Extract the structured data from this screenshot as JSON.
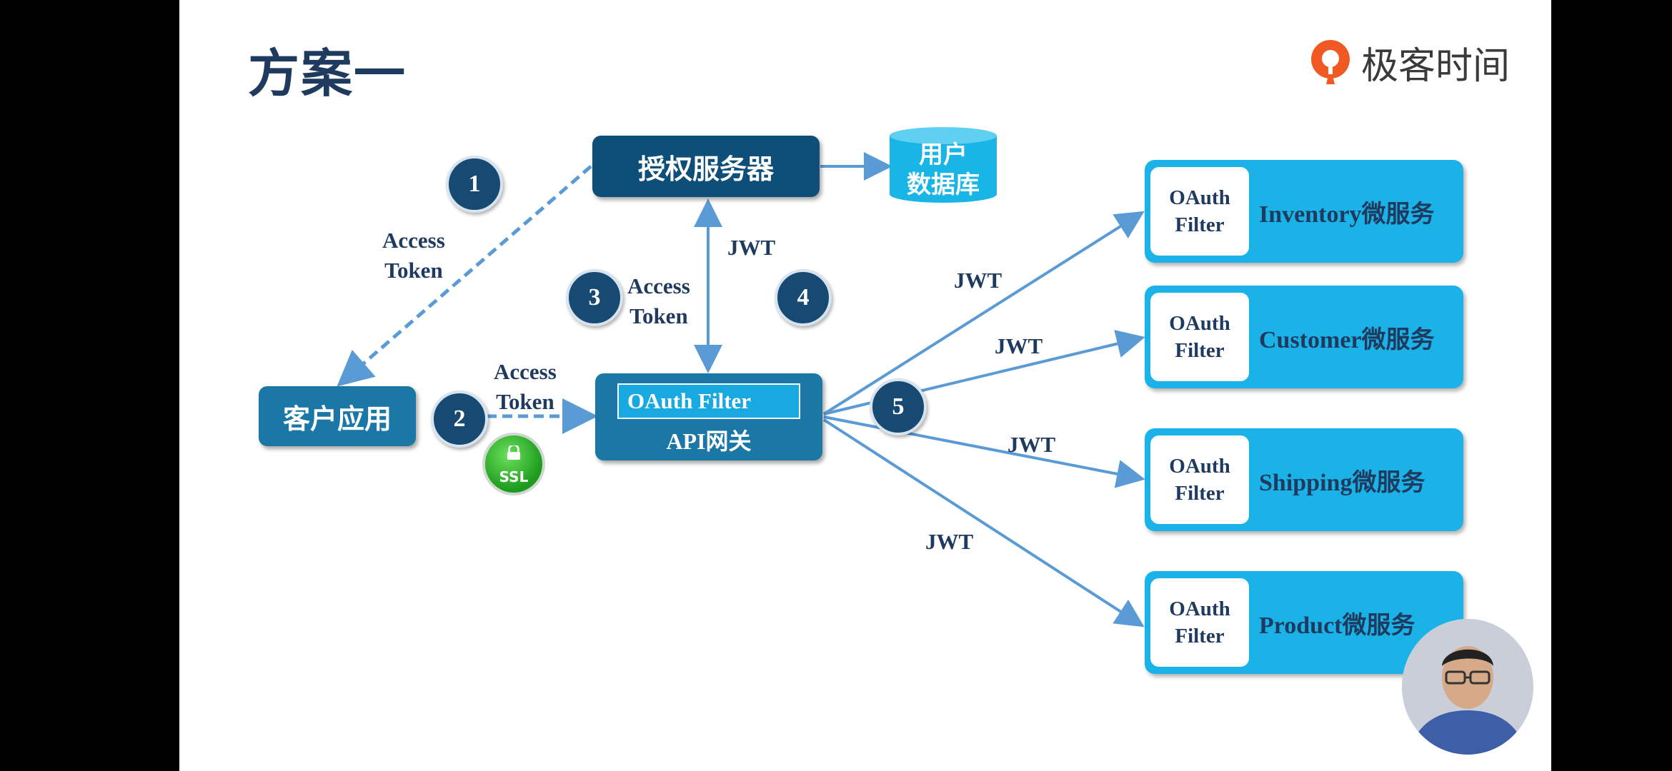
{
  "slide": {
    "title": "方案一",
    "logo_text": "极客时间"
  },
  "nodes": {
    "auth_server": "授权服务器",
    "user_db": [
      "用户",
      "数据库"
    ],
    "client_app": "客户应用",
    "gateway_filter": "OAuth Filter",
    "gateway": "API网关",
    "ssl": "SSL"
  },
  "steps": [
    "1",
    "2",
    "3",
    "4",
    "5"
  ],
  "edge_labels": {
    "access_token_1": [
      "Access",
      "Token"
    ],
    "access_token_2": [
      "Access",
      "Token"
    ],
    "access_token_3": [
      "Access",
      "Token"
    ],
    "jwt_auth": "JWT",
    "jwt_inventory": "JWT",
    "jwt_customer": "JWT",
    "jwt_shipping": "JWT",
    "jwt_product": "JWT"
  },
  "services": [
    {
      "filter": [
        "OAuth",
        "Filter"
      ],
      "name": "Inventory微服务"
    },
    {
      "filter": [
        "OAuth",
        "Filter"
      ],
      "name": "Customer微服务"
    },
    {
      "filter": [
        "OAuth",
        "Filter"
      ],
      "name": "Shipping微服务"
    },
    {
      "filter": [
        "OAuth",
        "Filter"
      ],
      "name": "Product微服务"
    }
  ],
  "colors": {
    "dark_blue": "#0e4f7a",
    "mid_blue": "#1a77a6",
    "light_blue": "#1bb3e7",
    "arrow": "#5b9bd5",
    "text": "#1f3a5f"
  }
}
